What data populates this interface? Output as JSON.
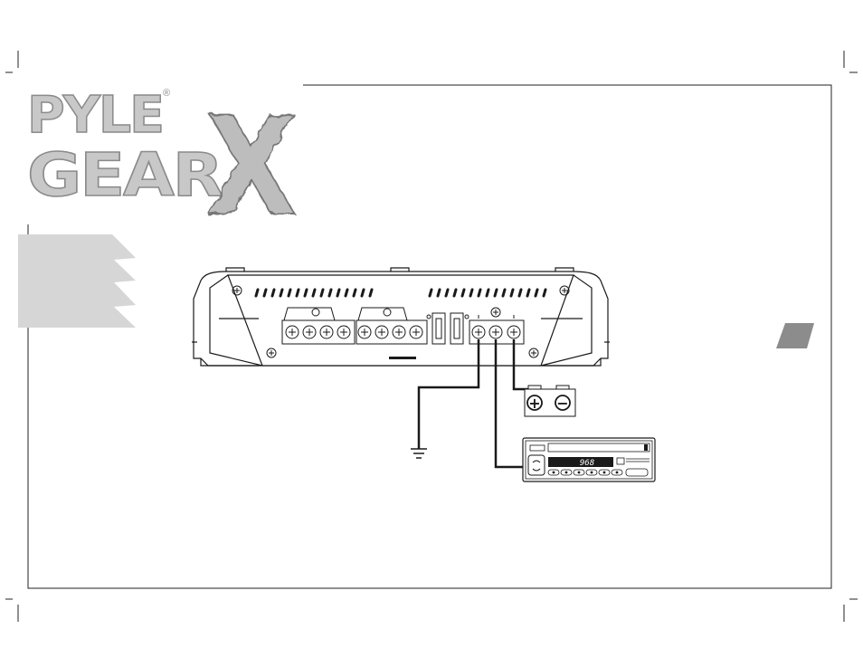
{
  "logo": {
    "brand_line1": "PYLE",
    "registered_mark": "®",
    "brand_line2": "GEAR",
    "brand_x": "X"
  },
  "head_unit": {
    "display_readout": "968"
  },
  "battery": {
    "positive_symbol": "+",
    "negative_symbol": "−"
  },
  "colors": {
    "line": "#1a1a1a",
    "sidebar_tab": "#d6d6d6",
    "page_tab": "#8c8c8c",
    "logo_fill": "#c8c8c8"
  },
  "icons": {
    "ground": "ground-symbol-icon",
    "battery": "battery-icon",
    "head_unit": "car-stereo-icon",
    "amplifier": "amplifier-icon"
  }
}
